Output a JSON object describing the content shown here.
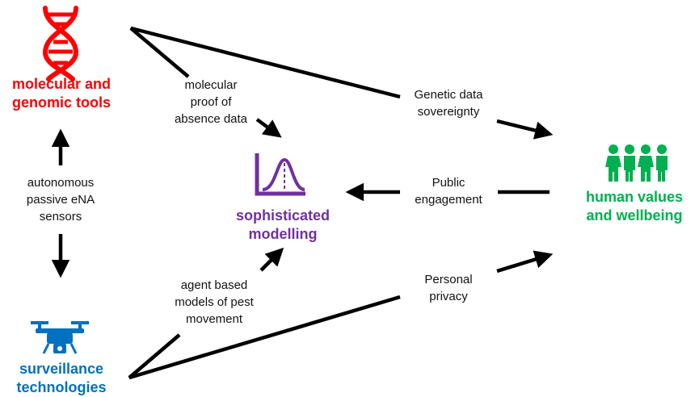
{
  "nodes": {
    "molecular": {
      "line1": "molecular and",
      "line2": "genomic tools",
      "color": "#ff0000",
      "icon": "dna-icon"
    },
    "modelling": {
      "line1": "sophisticated",
      "line2": "modelling",
      "color": "#7030a0",
      "icon": "bell-curve-icon"
    },
    "human": {
      "line1": "human values",
      "line2": "and wellbeing",
      "color": "#00b050",
      "icon": "people-icon"
    },
    "surveillance": {
      "line1": "surveillance",
      "line2": "technologies",
      "color": "#0070c0",
      "icon": "drone-icon"
    }
  },
  "edge_labels": {
    "proof_absence": {
      "line1": "molecular",
      "line2": "proof of",
      "line3": "absence data"
    },
    "genetic_sovereignty": {
      "line1": "Genetic data",
      "line2": "sovereignty"
    },
    "public_engagement": {
      "line1": "Public",
      "line2": "engagement"
    },
    "personal_privacy": {
      "line1": "Personal",
      "line2": "privacy"
    },
    "autonomous": {
      "line1": "autonomous",
      "line2": "passive eNA",
      "line3": "sensors"
    },
    "agent_based": {
      "line1": "agent based",
      "line2": "models of pest",
      "line3": "movement"
    }
  }
}
